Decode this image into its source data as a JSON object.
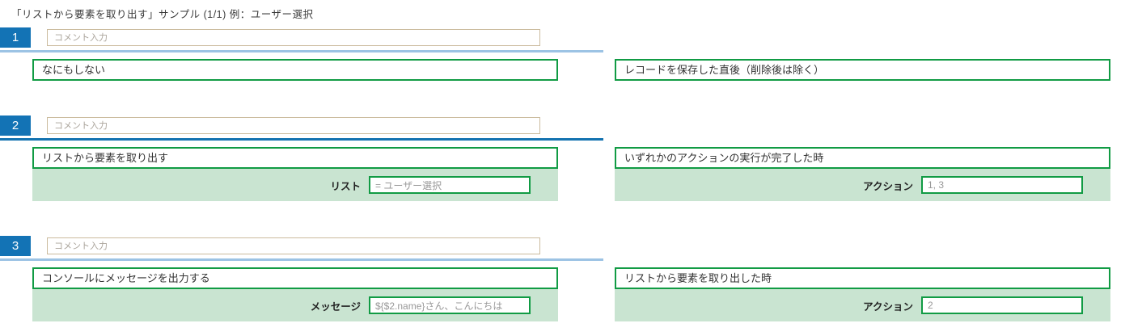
{
  "page": {
    "title": "「リストから要素を取り出す」サンプル (1/1) 例：ユーザー選択"
  },
  "comment": {
    "placeholder": "コメント入力"
  },
  "colors": {
    "step_badge_blue": "#1373b5",
    "underline_light_blue": "#9cc3e4",
    "underline_dark_blue": "#1473b0",
    "box_border_green": "#119b44",
    "param_background_green": "#c9e4d1",
    "comment_border_beige": "#cbbb9e"
  },
  "steps": [
    {
      "number": "1",
      "underline_color": "#9cc3e4",
      "action": {
        "title": "なにもしない",
        "param": null
      },
      "trigger": {
        "title": "レコードを保存した直後（削除後は除く）",
        "param": null
      }
    },
    {
      "number": "2",
      "underline_color": "#1473b0",
      "action": {
        "title": "リストから要素を取り出す",
        "param": {
          "label": "リスト",
          "value": "= ユーザー選択"
        }
      },
      "trigger": {
        "title": "いずれかのアクションの実行が完了した時",
        "param": {
          "label": "アクション",
          "value": "1, 3"
        }
      }
    },
    {
      "number": "3",
      "underline_color": "#9cc3e4",
      "action": {
        "title": "コンソールにメッセージを出力する",
        "param": {
          "label": "メッセージ",
          "value": "${$2.name}さん、こんにちは"
        }
      },
      "trigger": {
        "title": "リストから要素を取り出した時",
        "param": {
          "label": "アクション",
          "value": "2"
        }
      }
    }
  ]
}
